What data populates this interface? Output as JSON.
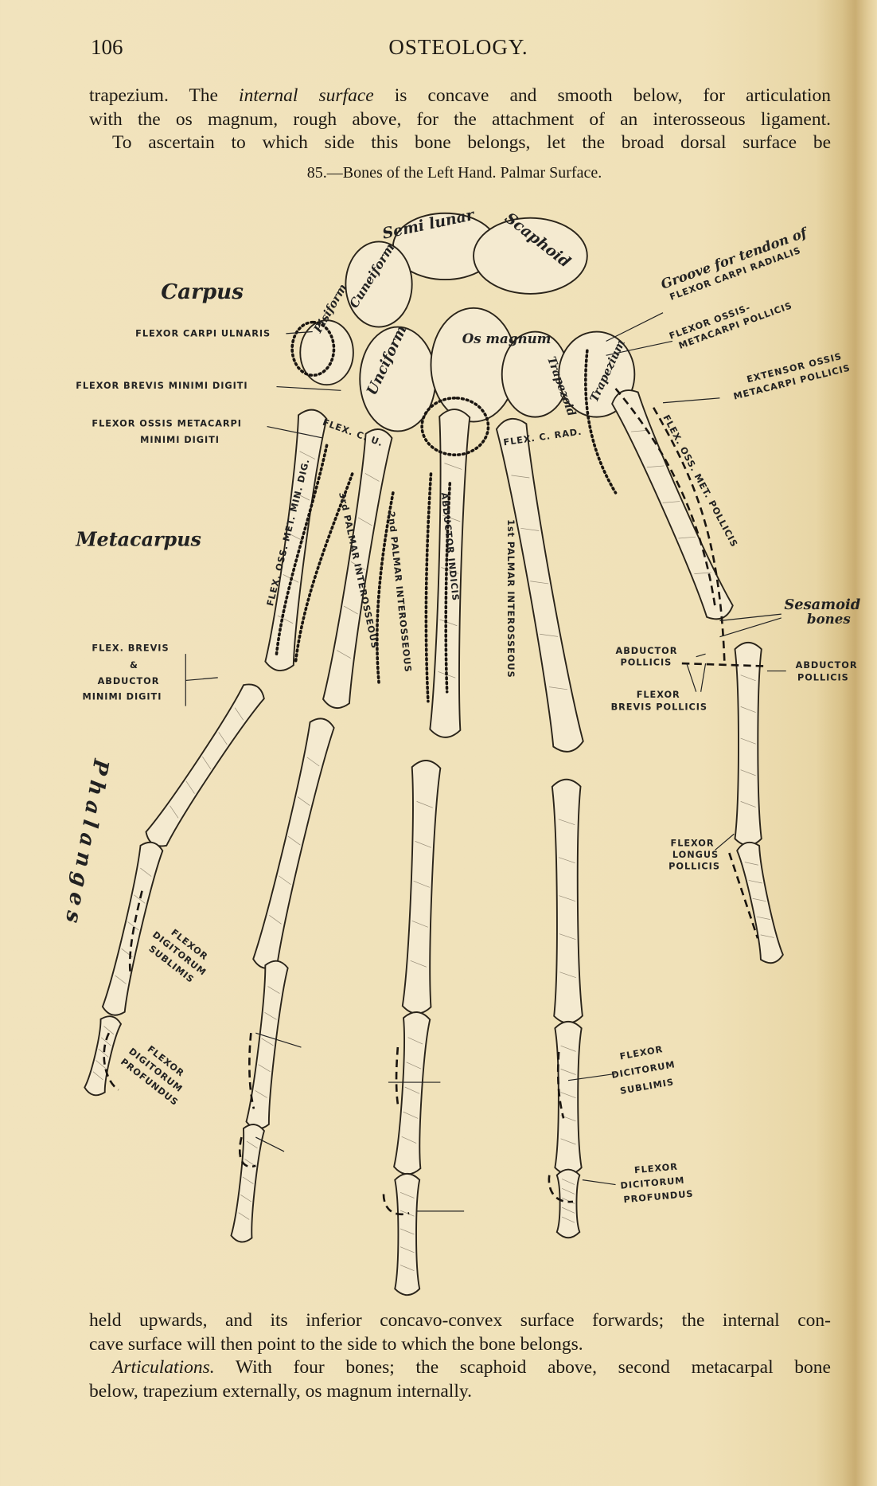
{
  "header": {
    "page_number": "106",
    "running_title": "OSTEOLOGY."
  },
  "text_top": {
    "line1_a": "trapezium.  The ",
    "line1_em": "internal surface",
    "line1_b": " is concave and smooth below, for articulation",
    "line2": "with the os magnum, rough above, for the attachment of an interosseous ligament.",
    "line3": "To ascertain to which side this bone belongs, let the broad dorsal surface be"
  },
  "figure": {
    "caption": "85.—Bones of the Left Hand.  Palmar Surface.",
    "section_labels": {
      "carpus": "Carpus",
      "metacarpus": "Metacarpus",
      "phalanges": "Phalanges"
    },
    "bone_labels": {
      "semilunar": "Semi lunar",
      "scaphoid": "Scaphoid",
      "cuneiform": "Cuneiform",
      "pisiform": "Pisiform",
      "unciform": "Unciform",
      "os_magnum": "Os magnum",
      "trapezoid": "Trapezoid",
      "trapezium": "Trapezium",
      "sesamoid_1": "Sesamoid",
      "sesamoid_2": "bones"
    },
    "muscle_labels": {
      "fcu": "FLEXOR CARPI ULNARIS",
      "fbmd": "FLEXOR BREVIS MINIMI DIGITI",
      "fomd_1": "FLEXOR OSSIS METACARPI",
      "fomd_2": "MINIMI DIGITI",
      "fbamd_1": "FLEX. BREVIS",
      "fbamd_2": "&",
      "fbamd_3": "ABDUCTOR",
      "fbamd_4": "MINIMI DIGITI",
      "fds_left_1": "FLEXOR",
      "fds_left_2": "DIGITORUM",
      "fds_left_3": "SUBLIMIS",
      "fdp_left_1": "FLEXOR",
      "fdp_left_2": "DIGITORUM",
      "fdp_left_3": "PROFUNDUS",
      "groove_1": "Groove for tendon of",
      "groove_2": "FLEXOR CARPI RADIALIS",
      "fomp_1": "FLEXOR OSSIS-",
      "fomp_2": "METACARPI POLLICIS",
      "eomp_1": "EXTENSOR OSSIS",
      "eomp_2": "METACARPI POLLICIS",
      "abd_pol_1": "ABDUCTOR",
      "abd_pol_2": "POLLICIS",
      "abd_pol_r1": "ABDUCTOR",
      "abd_pol_r2": "POLLICIS",
      "fbp_1": "FLEXOR",
      "fbp_2": "BREVIS POLLICIS",
      "flp_1": "FLEXOR",
      "flp_2": "LONGUS",
      "flp_3": "POLLICIS",
      "fds_right_1": "FLEXOR",
      "fds_right_2": "DICITORUM",
      "fds_right_3": "SUBLIMIS",
      "fdp_right_1": "FLEXOR",
      "fdp_right_2": "DICITORUM",
      "fdp_right_3": "PROFUNDUS",
      "pi3": "3rd PALMAR INTEROSSEOUS",
      "pi2": "2nd PALMAR INTEROSSEOUS",
      "pi1": "1st PALMAR INTEROSSEOUS",
      "abd_ind": "ABDUCTOR INDICIS",
      "fomp_bone": "FLEX. OSS. MET. POLLICIS",
      "fomd_bone": "FLEX. OSS. MET. MIN. DIG.",
      "fcr": "FLEX. C. RAD.",
      "flexcu": "FLEX. C. U."
    }
  },
  "text_bottom": {
    "line1": "held upwards, and its inferior concavo-convex surface forwards; the internal con-",
    "line2": "cave surface will then point to the side to which the bone belongs.",
    "line3_em": "Articulations.",
    "line3_b": " With four bones; the scaphoid above, second metacarpal bone",
    "line4": "below, trapezium externally, os magnum internally."
  }
}
